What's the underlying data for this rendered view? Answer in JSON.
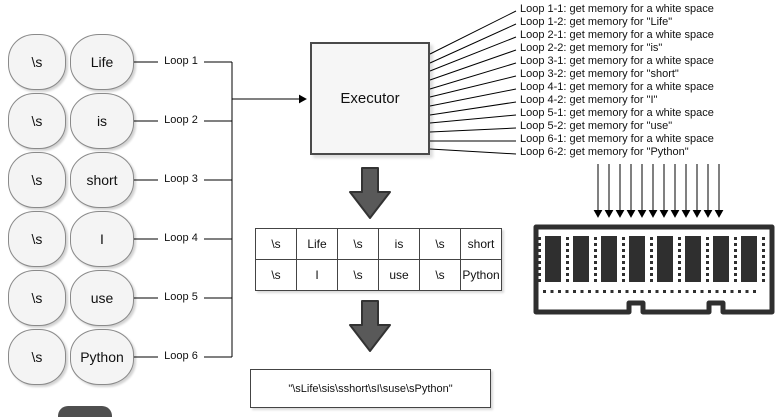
{
  "colors": {
    "ink": "#2f2f2f",
    "shape_fill": "#f4f4f4",
    "arrow_fill": "#595959"
  },
  "tokens": [
    {
      "space": "\\s",
      "word": "Life"
    },
    {
      "space": "\\s",
      "word": "is"
    },
    {
      "space": "\\s",
      "word": "short"
    },
    {
      "space": "\\s",
      "word": "I"
    },
    {
      "space": "\\s",
      "word": "use"
    },
    {
      "space": "\\s",
      "word": "Python"
    }
  ],
  "loops": [
    "Loop 1",
    "Loop 2",
    "Loop 3",
    "Loop 4",
    "Loop 5",
    "Loop 6"
  ],
  "executor": {
    "label": "Executor"
  },
  "memory_log": [
    "Loop 1-1: get memory for a white space",
    "Loop 1-2: get memory for \"Life\"",
    "Loop 2-1: get memory for a white space",
    "Loop 2-2: get memory for \"is\"",
    "Loop 3-1: get memory for a white space",
    "Loop 3-2: get memory for \"short\"",
    "Loop 4-1: get memory for a white space",
    "Loop 4-2: get memory for \"I\"",
    "Loop 5-1: get memory for a white space",
    "Loop 5-2: get memory for \"use\"",
    "Loop 6-1: get memory for a white space",
    "Loop 6-2: get memory for \"Python\""
  ],
  "table": {
    "rows": [
      [
        "\\s",
        "Life",
        "\\s",
        "is",
        "\\s",
        "short"
      ],
      [
        "\\s",
        "I",
        "\\s",
        "use",
        "\\s",
        "Python"
      ]
    ]
  },
  "result": "\"\\sLife\\sis\\sshort\\sI\\suse\\sPython\""
}
